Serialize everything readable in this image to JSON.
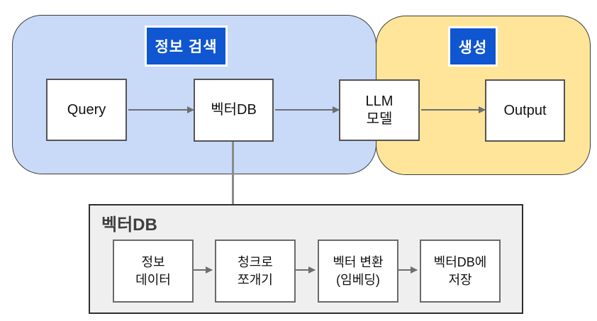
{
  "regions": {
    "retrieval": {
      "label": "정보 검색",
      "fill": "#c9daf8"
    },
    "generation": {
      "label": "생성",
      "fill": "#ffe599"
    }
  },
  "badge_color": "#0f56d0",
  "flow_nodes": {
    "query": "Query",
    "vectordb": "벡터DB",
    "llm_line1": "LLM",
    "llm_line2": "모델",
    "output": "Output"
  },
  "connectors": {
    "arrow_color": "#6e6e6e",
    "flow": [
      "Query → 벡터DB",
      "벡터DB → LLM 모델",
      "LLM 모델 → Output"
    ],
    "detail_link": "벡터DB → 벡터DB detail panel"
  },
  "detail_panel": {
    "title": "벡터DB",
    "fill": "#efefef",
    "steps": [
      {
        "line1": "정보",
        "line2": "데이터"
      },
      {
        "line1": "청크로",
        "line2": "쪼개기"
      },
      {
        "line1": "벡터 변환",
        "line2": "(임베딩)"
      },
      {
        "line1": "벡터DB에",
        "line2": "저장"
      }
    ]
  }
}
